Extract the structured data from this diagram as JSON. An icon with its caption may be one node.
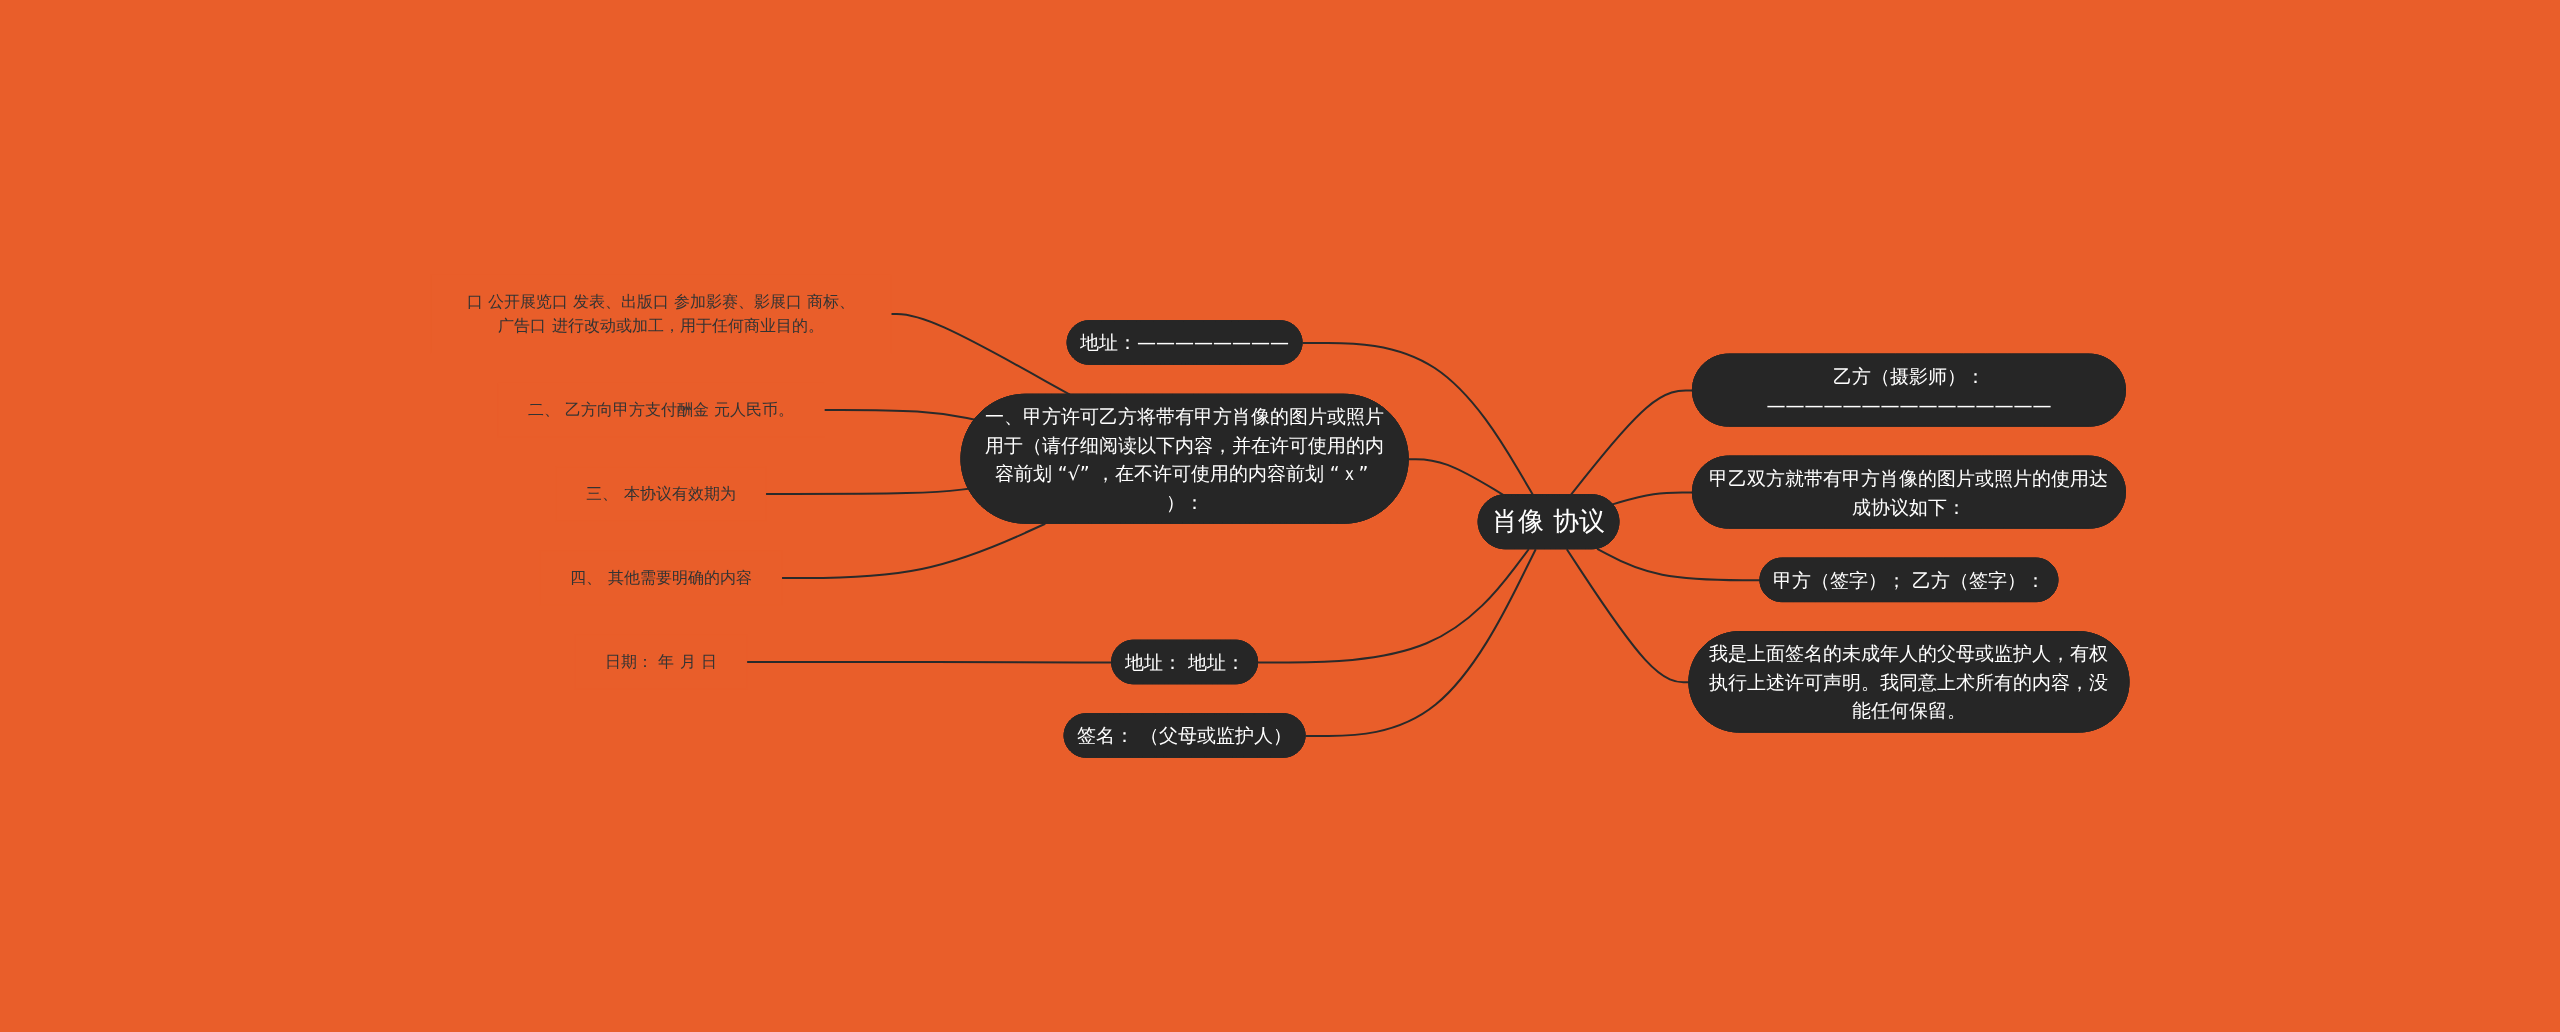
{
  "diagram": {
    "nodes": [
      {
        "text": [
          "肖像 协议"
        ]
      },
      {
        "text": [
          "地址：————————"
        ]
      },
      {
        "text": [
          "一、甲方许可乙方将带有甲方肖像的图片或照片用于（请仔细阅读以下内容，并在许可使用的内容前划 “√” ，在不许可使用的内容前划 “ｘ” ）："
        ]
      },
      {
        "text": [
          "口 公开展览口 发表、出版口 参加影赛、影展口 商标、广告口 进行改动或加工，用于任何商业目的。"
        ]
      },
      {
        "text": [
          "二、 乙方向甲方支付酬金 元人民币。"
        ]
      },
      {
        "text": [
          "三、 本协议有效期为"
        ]
      },
      {
        "text": [
          "四、 其他需要明确的内容"
        ]
      },
      {
        "text": [
          "地址： 地址："
        ]
      },
      {
        "text": [
          "日期： 年 月 日"
        ]
      },
      {
        "text": [
          "签名： （父母或监护人）"
        ]
      },
      {
        "text": [
          "乙方（摄影师）：———————————————"
        ]
      },
      {
        "text": [
          "甲乙双方就带有甲方肖像的图片或照片的使用达成协议如下："
        ]
      },
      {
        "text": [
          "甲方（签字）； 乙方（签字）："
        ]
      },
      {
        "text": [
          "我是上面签名的未成年人的父母或监护人，有权执行上述许可声明。我同意上术所有的内容，没能任何保留。"
        ]
      }
    ],
    "edges": [
      {
        "from": 1,
        "to": 0,
        "arrow": "none"
      },
      {
        "from": 2,
        "to": 0,
        "arrow": "none"
      },
      {
        "from": 3,
        "to": 2,
        "arrow": "none"
      },
      {
        "from": 4,
        "to": 2,
        "arrow": "none"
      },
      {
        "from": 5,
        "to": 2,
        "arrow": "none"
      },
      {
        "from": 6,
        "to": 2,
        "arrow": "none"
      },
      {
        "from": 7,
        "to": 0,
        "arrow": "none"
      },
      {
        "from": 8,
        "to": 7,
        "arrow": "none"
      },
      {
        "from": 9,
        "to": 0,
        "arrow": "none"
      },
      {
        "from": 0,
        "to": 10,
        "arrow": "none"
      },
      {
        "from": 0,
        "to": 11,
        "arrow": "none"
      },
      {
        "from": 0,
        "to": 12,
        "arrow": "none"
      },
      {
        "from": 0,
        "to": 13,
        "arrow": "none"
      }
    ]
  }
}
